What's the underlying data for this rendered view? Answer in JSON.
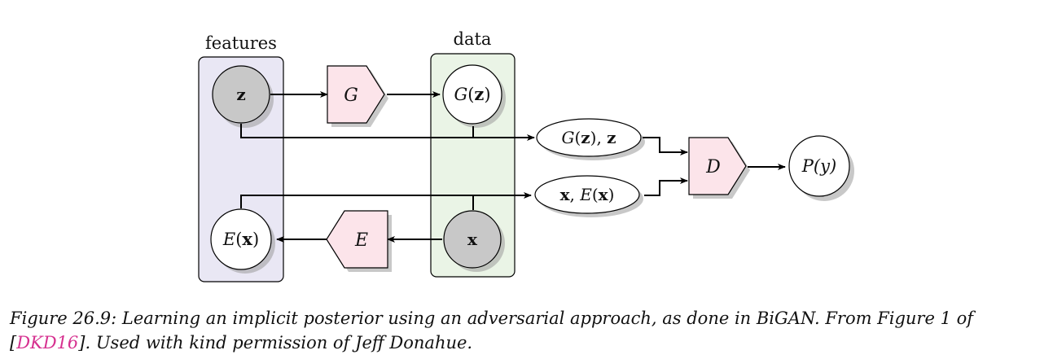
{
  "groups": {
    "features_label": "features",
    "data_label": "data"
  },
  "nodes": {
    "z": "z",
    "G": "G",
    "G_of_z": {
      "func": "G",
      "arg": "z"
    },
    "D": "D",
    "P_y": "P(y)",
    "E": "E",
    "x": "x",
    "E_of_x": {
      "func": "E",
      "arg": "x"
    },
    "pair_gz": {
      "a_func": "G",
      "a_arg": "z",
      "sep": ", ",
      "b": "z"
    },
    "pair_xe": {
      "a": "x",
      "sep": ", ",
      "b_func": "E",
      "b_arg": "x"
    }
  },
  "caption": {
    "prefix": "Figure 26.9: Learning an implicit posterior using an adversarial approach, as done in BiGAN. From Figure 1 of [",
    "ref": "DKD16",
    "suffix": "]. Used with kind permission of Jeff Donahue."
  },
  "colors": {
    "features_fill": "#e9e7f4",
    "data_fill": "#eaf4e6",
    "block_fill": "#fce4ea",
    "latent_fill": "#c8c8c8",
    "node_fill": "#ffffff",
    "citation": "#d6308f"
  }
}
